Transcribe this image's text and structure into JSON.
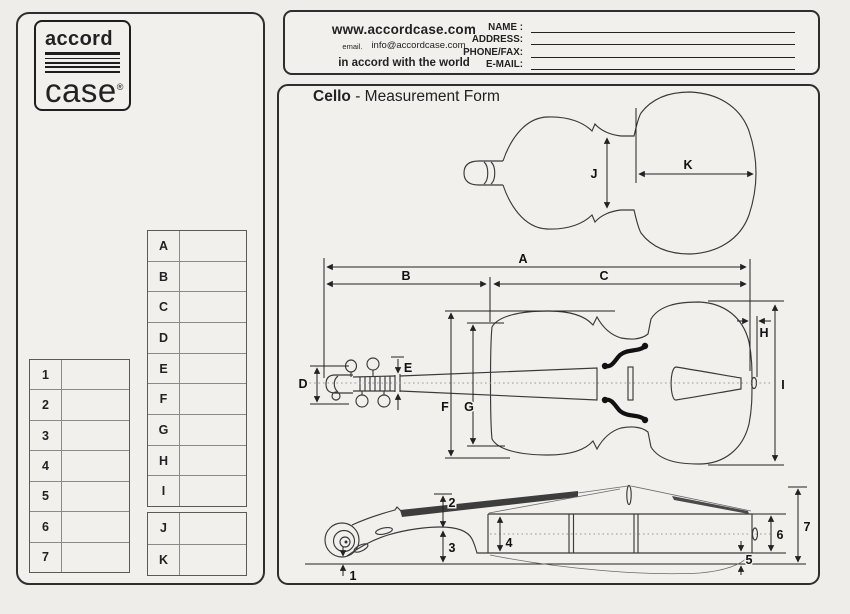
{
  "colors": {
    "paper": "#f2f0ed",
    "ink": "#222222"
  },
  "logo": {
    "word_top": "accord",
    "word_bottom": "case",
    "registered": "®"
  },
  "header": {
    "website": "www.accordcase.com",
    "email_label": "email.",
    "email": "info@accordcase.com",
    "tagline": "in accord with the world",
    "fields": [
      {
        "label": "NAME :"
      },
      {
        "label": "ADDRESS:"
      },
      {
        "label": "PHONE/FAX:"
      },
      {
        "label": "E-MAIL:"
      }
    ]
  },
  "form": {
    "title_product": "Cello",
    "title_suffix": " - Measurement Form"
  },
  "measure_tables": {
    "letters_main": [
      "A",
      "B",
      "C",
      "D",
      "E",
      "F",
      "G",
      "H",
      "I"
    ],
    "letters_extra": [
      "J",
      "K"
    ],
    "numbers": [
      "1",
      "2",
      "3",
      "4",
      "5",
      "6",
      "7"
    ]
  },
  "diagram": {
    "labels": {
      "A": "A",
      "B": "B",
      "C": "C",
      "D": "D",
      "E": "E",
      "F": "F",
      "G": "G",
      "H": "H",
      "I": "I",
      "J": "J",
      "K": "K",
      "n1": "1",
      "n2": "2",
      "n3": "3",
      "n4": "4",
      "n5": "5",
      "n6": "6",
      "n7": "7"
    }
  }
}
